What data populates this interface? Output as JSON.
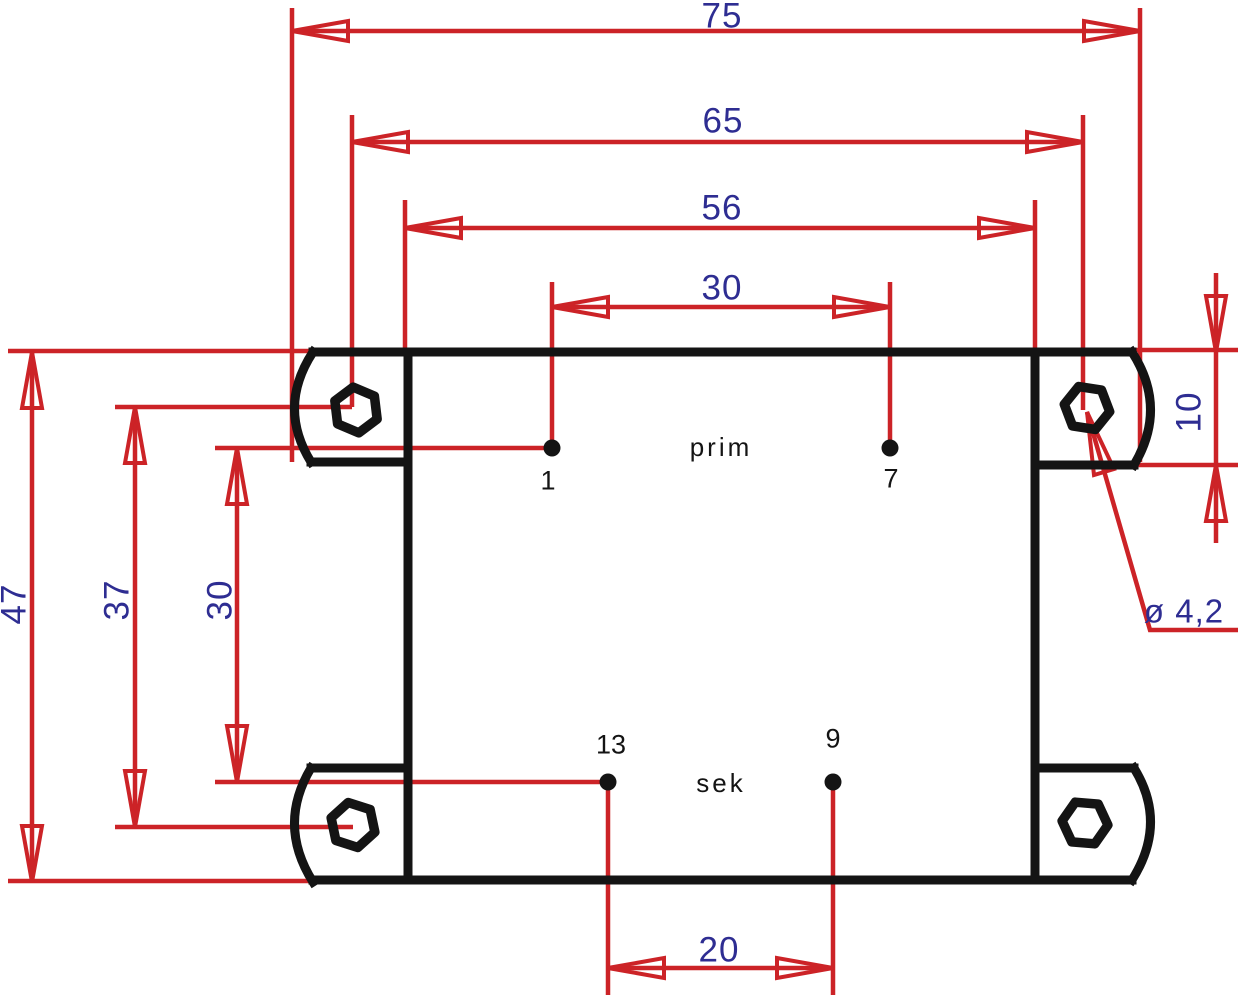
{
  "drawing": {
    "type": "technical-dimension-drawing",
    "colors": {
      "outline": "#141414",
      "dimension_line": "#cc2327",
      "dimension_text": "#2e2d92",
      "background": "#ffffff"
    },
    "component_labels": {
      "primary_winding": "prim",
      "secondary_winding": "sek"
    },
    "pin_labels": {
      "pin1": "1",
      "pin7": "7",
      "pin13": "13",
      "pin9": "9"
    },
    "dimensions": {
      "overall_width": "75",
      "mount_hole_spacing_horizontal": "65",
      "body_width": "56",
      "prim_pin_spacing": "30",
      "body_height": "47",
      "mount_hole_spacing_vertical": "37",
      "pin_row_spacing": "30",
      "flange_height": "10",
      "sek_pin_spacing": "20",
      "mount_hole_diameter": "ø 4,2"
    }
  }
}
